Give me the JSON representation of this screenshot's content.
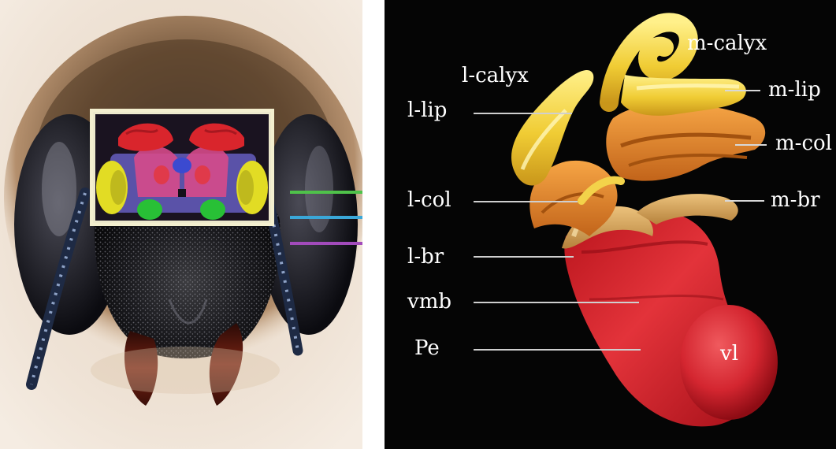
{
  "labels": {
    "l_calyx": "l-calyx",
    "m_calyx": "m-calyx",
    "l_lip": "l-lip",
    "m_lip": "m-lip",
    "m_col": "m-col",
    "l_col": "l-col",
    "m_br": "m-br",
    "l_br": "l-br",
    "vmb": "vmb",
    "pe": "Pe",
    "vl": "vl"
  },
  "colors": {
    "lip": "#f2d23a",
    "collar": "#e8892a",
    "basal_ring": "#d8a75a",
    "peduncle": "#d8252e",
    "background_right": "#050505",
    "background_left": "#efe4d8",
    "indicator_green": "#4fc24a",
    "indicator_blue": "#3aa7d8",
    "indicator_purple": "#a24bbb"
  }
}
